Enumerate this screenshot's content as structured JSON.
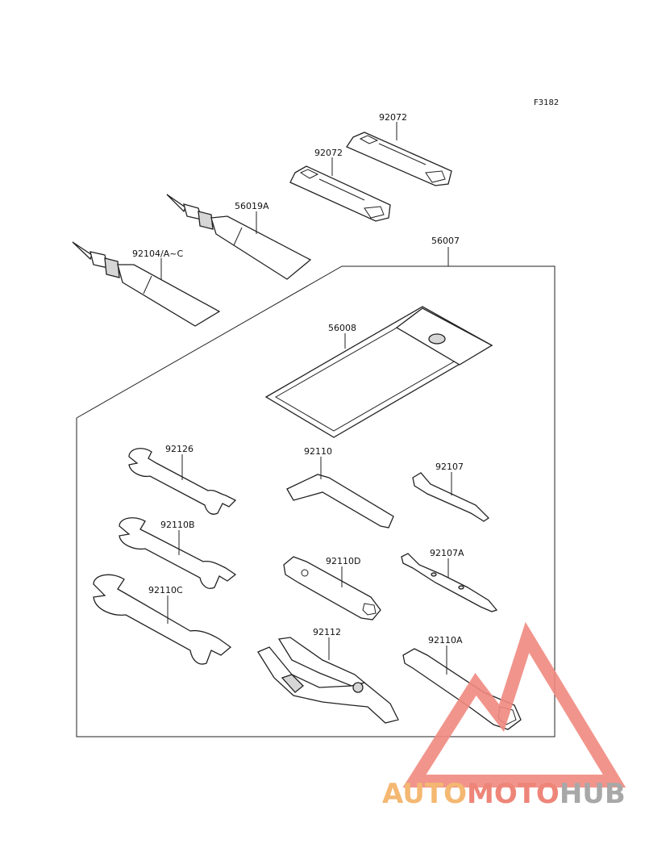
{
  "diagram": {
    "reference_code": "F3182",
    "parts": [
      {
        "id": "strap-1",
        "label": "92072"
      },
      {
        "id": "strap-2",
        "label": "92072"
      },
      {
        "id": "tube-1",
        "label": "56019A"
      },
      {
        "id": "tube-2",
        "label": "92104/A~C"
      },
      {
        "id": "kit",
        "label": "56007"
      },
      {
        "id": "pouch",
        "label": "56008"
      },
      {
        "id": "wrench-1",
        "label": "92126"
      },
      {
        "id": "wrench-2",
        "label": "92110B"
      },
      {
        "id": "wrench-3",
        "label": "92110C"
      },
      {
        "id": "hex-key",
        "label": "92110"
      },
      {
        "id": "screwdriver-1",
        "label": "92107"
      },
      {
        "id": "screwdriver-2",
        "label": "92107A"
      },
      {
        "id": "socket-1",
        "label": "92110D"
      },
      {
        "id": "pliers",
        "label": "92112"
      },
      {
        "id": "socket-2",
        "label": "92110A"
      }
    ]
  },
  "watermark": {
    "part1": "AUTO",
    "part2": "MOTO",
    "part3": "HUB",
    "color_auto": "#f4b872",
    "color_moto": "#ee8579",
    "color_hub": "#a8a8a8",
    "logo_color": "#ef8a80"
  }
}
